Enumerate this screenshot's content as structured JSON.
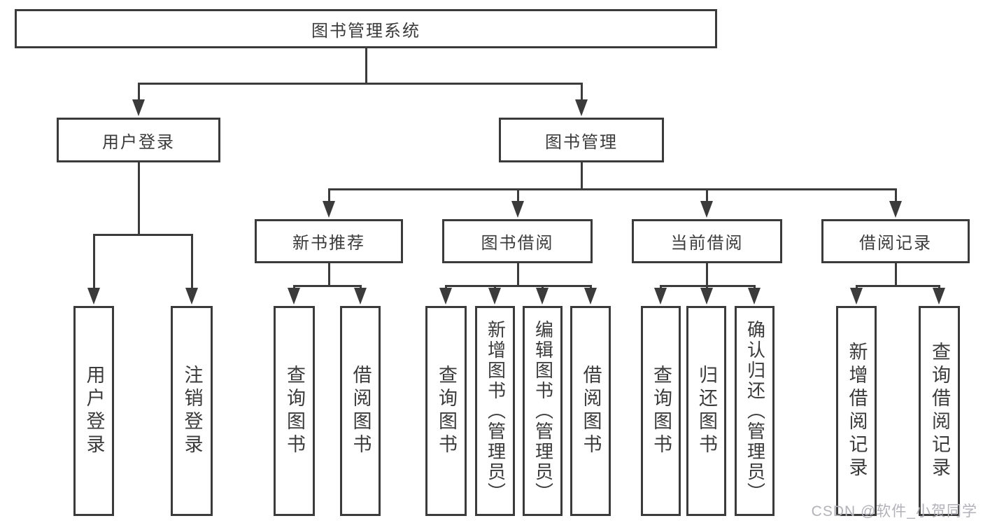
{
  "colors": {
    "line": "#3b3b3b",
    "text": "#3b3b3b",
    "background": "#ffffff",
    "watermark": "#b2b2b8"
  },
  "watermark": {
    "text": "CSDN @软件_小贺同学"
  },
  "tree": {
    "root": "图书管理系统",
    "login": {
      "label": "用户登录",
      "children": [
        "用户登录",
        "注销登录"
      ]
    },
    "manage": {
      "label": "图书管理",
      "groups": [
        {
          "label": "新书推荐",
          "children": [
            "查询图书",
            "借阅图书"
          ]
        },
        {
          "label": "图书借阅",
          "children": [
            "查询图书",
            "新增图书（管理员）",
            "编辑图书（管理员）",
            "借阅图书"
          ]
        },
        {
          "label": "当前借阅",
          "children": [
            "查询图书",
            "归还图书",
            "确认归还（管理员）"
          ]
        },
        {
          "label": "借阅记录",
          "children": [
            "新增借阅记录",
            "查询借阅记录"
          ]
        }
      ]
    }
  }
}
